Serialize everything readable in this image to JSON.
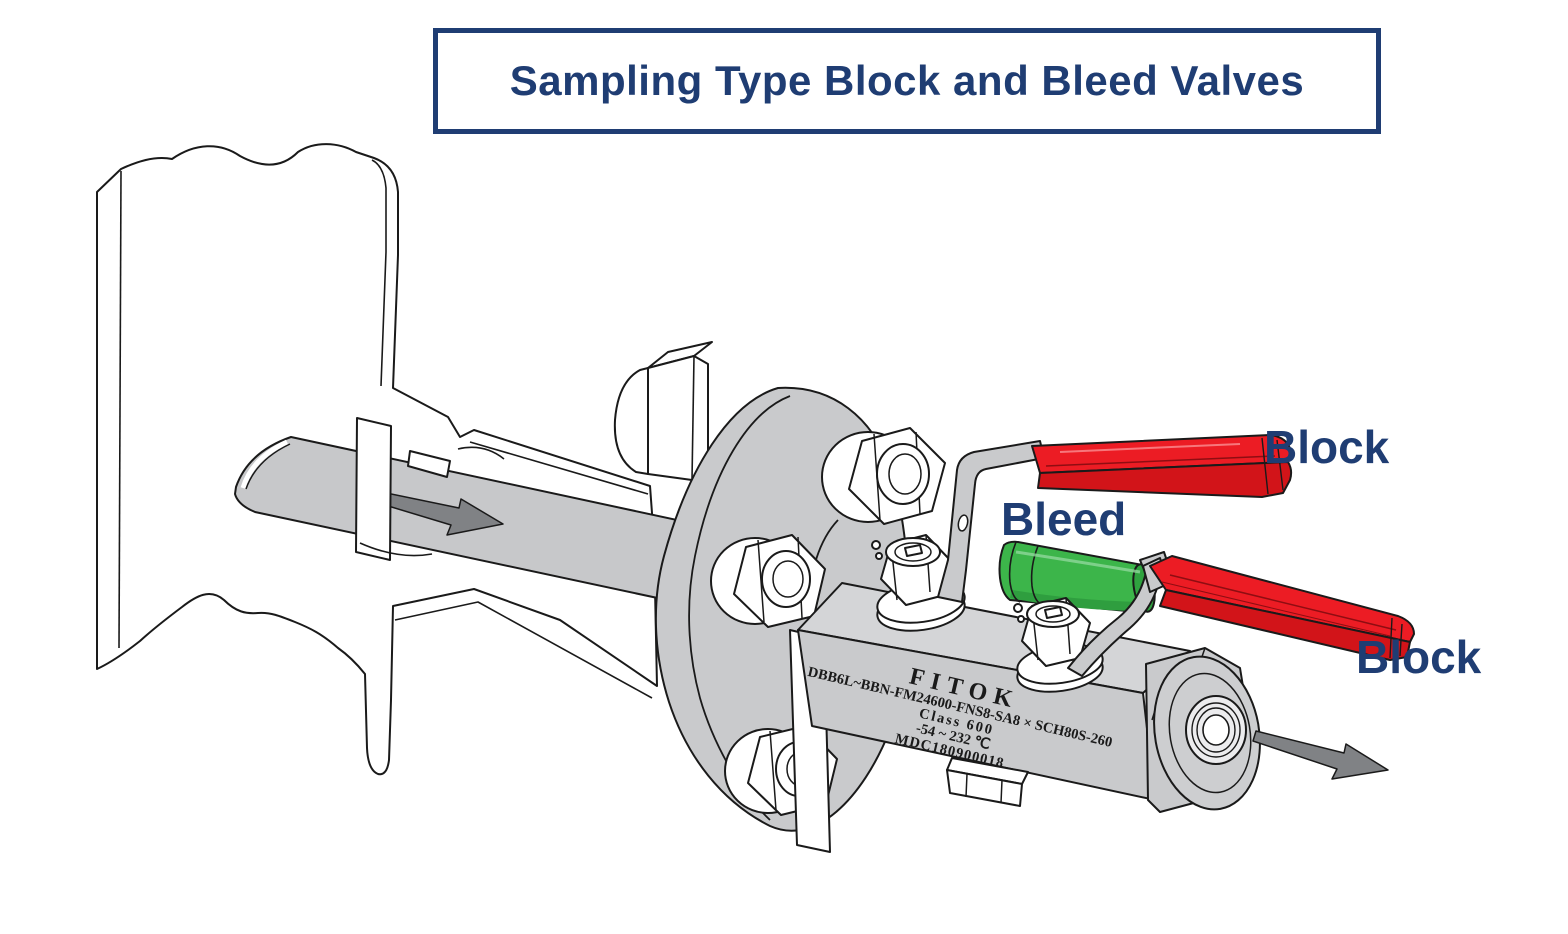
{
  "title": {
    "text": "Sampling Type Block and Bleed Valves"
  },
  "labels": {
    "block_top": "Block",
    "bleed": "Bleed",
    "block_bottom": "Block"
  },
  "valve_markings": {
    "brand": "FITOK",
    "model": "DBB6L~BBN-FM24600-FNS8-SA8 × SCH80S-260",
    "pressure_class": "Class 600",
    "temperature_range": "-54 ~ 232 ℃",
    "serial": "MDC180900018"
  },
  "icons": {
    "inlet_flow_arrow": "flow-direction-arrow-right",
    "outlet_flow_arrow": "flow-direction-arrow-right"
  },
  "colors": {
    "accent_navy": "#1f3d73",
    "handle_red": "#ec1c24",
    "handle_red_shadow": "#d21419",
    "bleed_green": "#3cb54a",
    "bleed_green_shadow": "#2f9e3f",
    "metal_gray": "#c9cacc",
    "flow_gray": "#c7c8ca",
    "arrow_gray": "#808285",
    "outline": "#1a1a1a"
  }
}
